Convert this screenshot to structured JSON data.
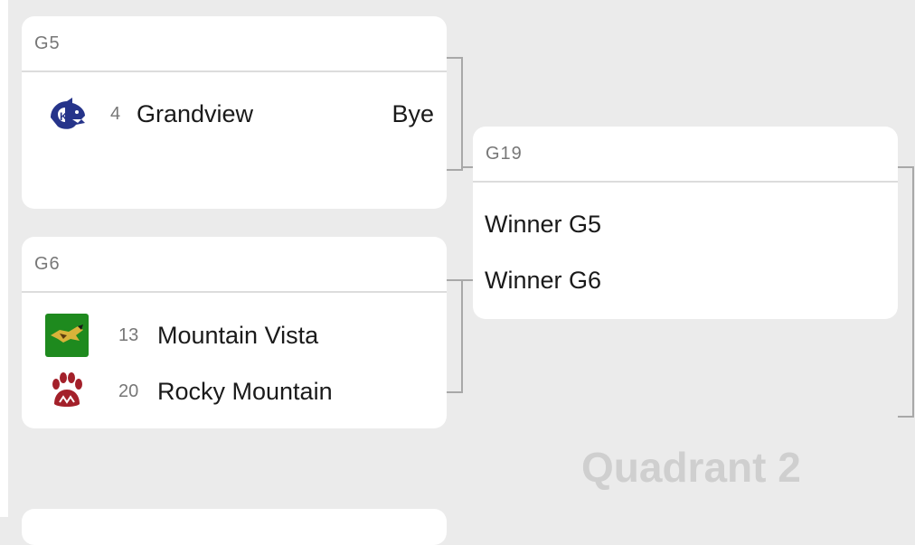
{
  "quadrant_label": "Quadrant 2",
  "games": {
    "g5": {
      "id": "G5",
      "teams": [
        {
          "seed": "4",
          "name": "Grandview",
          "score": "Bye",
          "logo_icon": "wolf-head-icon"
        }
      ]
    },
    "g6": {
      "id": "G6",
      "teams": [
        {
          "seed": "13",
          "name": "Mountain Vista",
          "score": "",
          "logo_icon": "eagle-on-green-icon"
        },
        {
          "seed": "20",
          "name": "Rocky Mountain",
          "score": "",
          "logo_icon": "paw-print-icon"
        }
      ]
    },
    "g19": {
      "id": "G19",
      "slots": [
        "Winner G5",
        "Winner G6"
      ]
    }
  },
  "colors": {
    "background": "#ebebeb",
    "card": "#ffffff",
    "connector": "#a8a8a8",
    "grandview_blue": "#26348a",
    "mountain_vista_green": "#1e8a1e",
    "rocky_mountain_red": "#a3202a",
    "quadrant_label": "#cfcfcf"
  }
}
